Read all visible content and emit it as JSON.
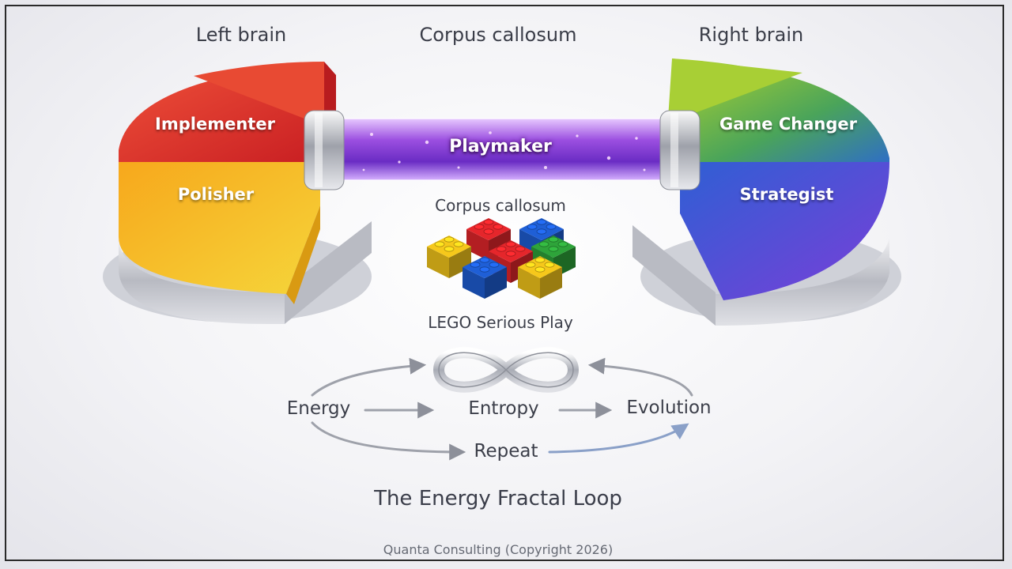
{
  "headers": {
    "left": "Left brain",
    "center": "Corpus callosum",
    "right": "Right brain"
  },
  "left_brain": {
    "top": "Implementer",
    "bottom": "Polisher"
  },
  "right_brain": {
    "top": "Game Changer",
    "bottom": "Strategist"
  },
  "bridge": {
    "label": "Playmaker",
    "caption": "Corpus callosum"
  },
  "lego": {
    "caption": "LEGO Serious Play",
    "colors": [
      "#e5262b",
      "#1f5fd6",
      "#f6c81b",
      "#2ea43a"
    ]
  },
  "loop": {
    "steps": [
      "Energy",
      "Entropy",
      "Evolution"
    ],
    "repeat": "Repeat"
  },
  "title": "The Energy Fractal Loop",
  "footer": "Quanta Consulting (Copyright 2026)",
  "palette": {
    "red": "#e0332b",
    "yellow": "#f5b81c",
    "green": "#7fc23a",
    "blue": "#3a5fd0",
    "purple": "#7a3fd6"
  }
}
